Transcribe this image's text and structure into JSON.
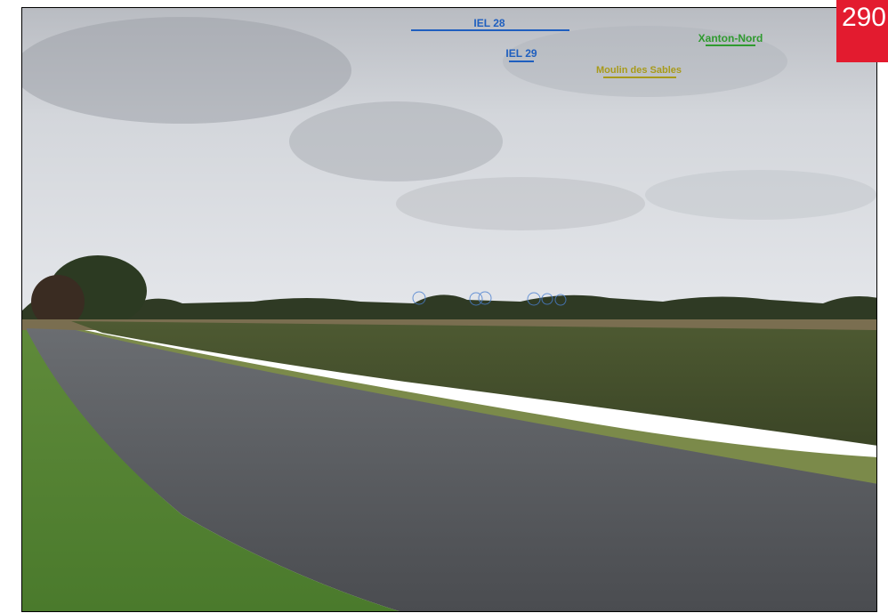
{
  "page_number": "290",
  "colors": {
    "badge": "#e31b2f",
    "blue_label": "#1f5fbf",
    "green_label": "#2f9a2f",
    "yellow_label": "#a89a1a"
  },
  "turbine_labels": [
    {
      "text": "IEL 28",
      "color": "#1f5fbf"
    },
    {
      "text": "IEL 29",
      "color": "#1f5fbf"
    },
    {
      "text": "Xanton-Nord",
      "color": "#2f9a2f"
    },
    {
      "text": "Moulin des Sables",
      "color": "#a89a1a"
    }
  ]
}
